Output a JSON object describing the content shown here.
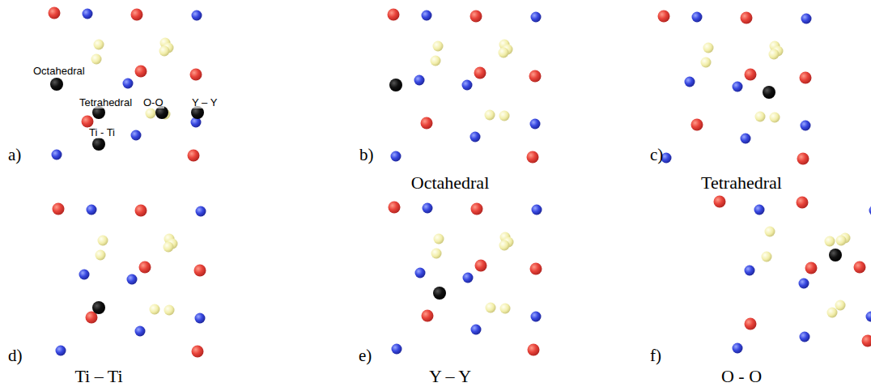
{
  "diagram": {
    "labels": [
      "a)",
      "Octahedral",
      "Tetrahedral",
      "O-O",
      "Y – Y",
      "Ti - Ti",
      "b)",
      "Octahedral",
      "c)",
      "Tetrahedral",
      "d)",
      "Ti – Ti",
      "e)",
      "Y – Y",
      "f)",
      "O - O"
    ]
  }
}
